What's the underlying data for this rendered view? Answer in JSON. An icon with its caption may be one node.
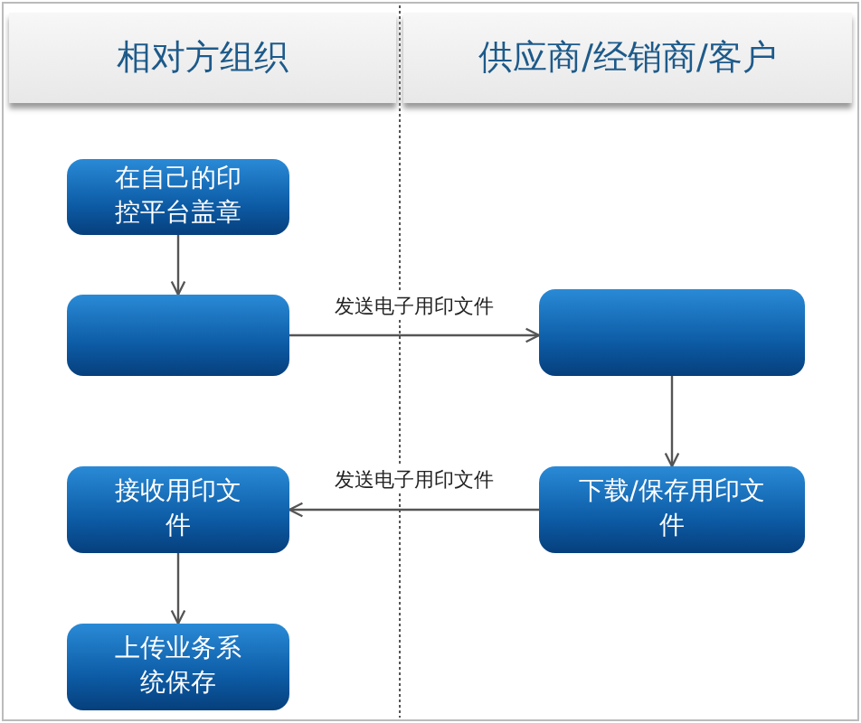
{
  "diagram": {
    "nodes": [
      {
        "text": [
          "相对方组织"
        ]
      },
      {
        "text": [
          "供应商/经销商/客户"
        ]
      },
      {
        "text": [
          "在自己的印控平台盖章"
        ]
      },
      {
        "text": [],
        "shape": "box"
      },
      {
        "text": [],
        "shape": "box"
      },
      {
        "text": [
          "下载/保存用印文件"
        ]
      },
      {
        "text": [
          "接收用印文件"
        ]
      },
      {
        "text": [
          "上传业务系统保存"
        ]
      }
    ],
    "edges": [
      {
        "from": 2,
        "to": 3,
        "arrow": "to"
      },
      {
        "from": 3,
        "to": 4,
        "arrow": "to",
        "label": "发送电子用印文件"
      },
      {
        "from": 4,
        "to": 5,
        "arrow": "to"
      },
      {
        "from": 5,
        "to": 6,
        "arrow": "to",
        "label": "发送电子用印文件"
      },
      {
        "from": 6,
        "to": 7,
        "arrow": "to"
      }
    ]
  }
}
